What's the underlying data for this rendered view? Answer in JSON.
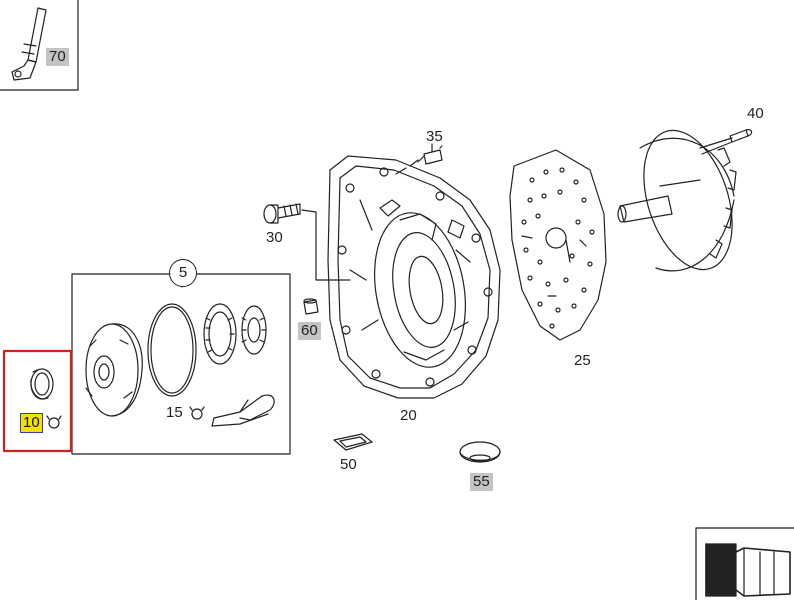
{
  "colors": {
    "line": "#222222",
    "highlight_box": "#d42020",
    "shaded_label_bg": "#c4c4c4",
    "selected_label_bg": "#f5e100"
  },
  "labels": {
    "p70": "70",
    "p40": "40",
    "p35": "35",
    "p30": "30",
    "p5": "5",
    "p60": "60",
    "p25": "25",
    "p10": "10",
    "p15": "15",
    "p20": "20",
    "p50": "50",
    "p55": "55"
  },
  "selected_part": "10"
}
